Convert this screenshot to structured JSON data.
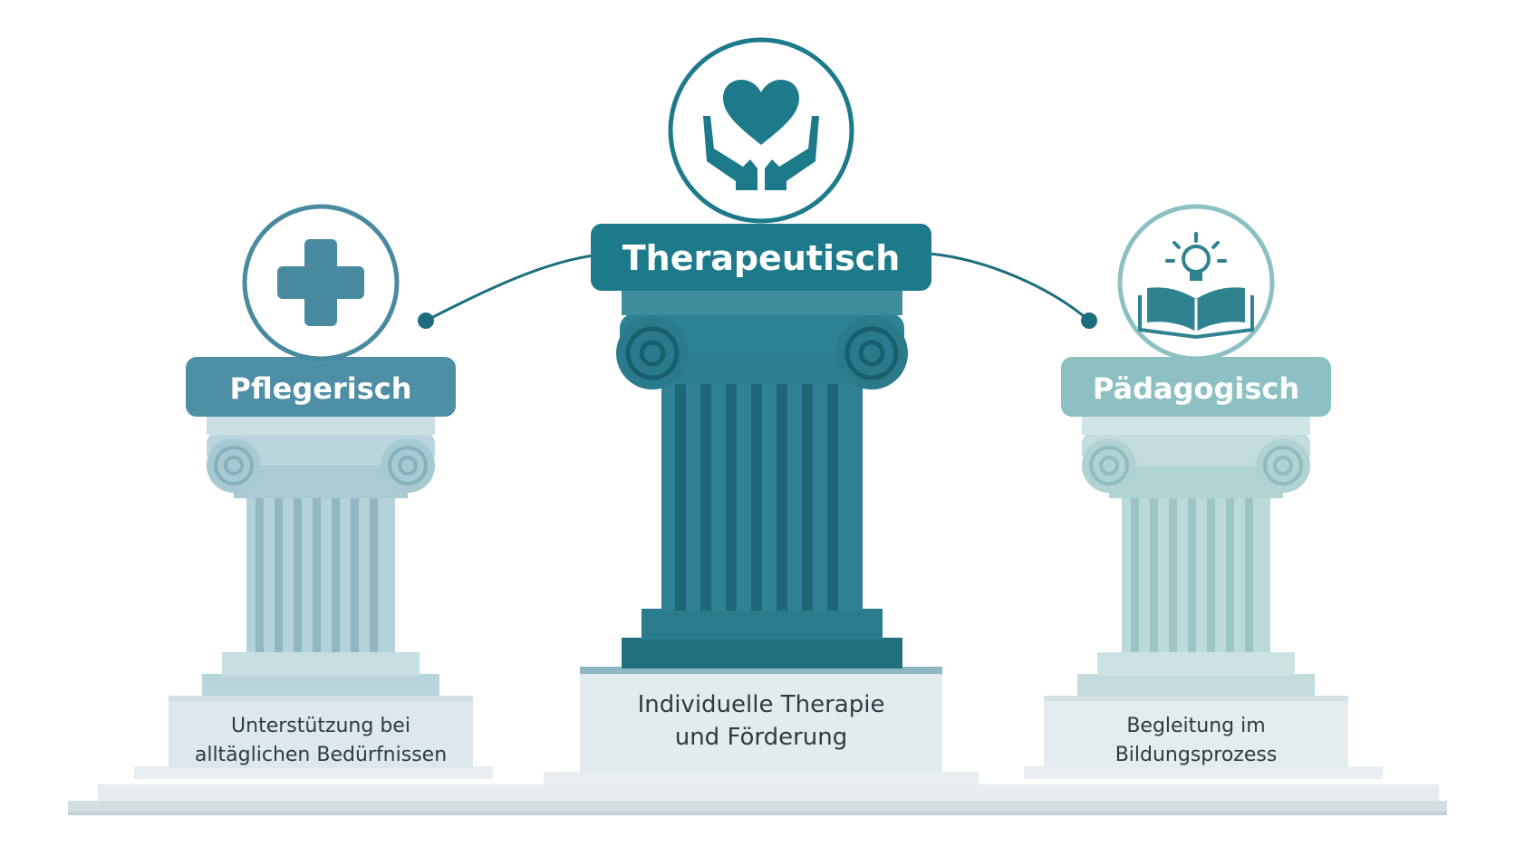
{
  "pillars": [
    {
      "id": "left",
      "title": "Pflegerisch",
      "icon": "plus-cross-icon",
      "description_lines": [
        "Unterstützung bei",
        "alltäglichen Bedürfnissen"
      ],
      "colors": {
        "label": "#4F8FA6",
        "icon": "#4A8AA0",
        "column": "#A9CCD5",
        "column_dark": "#88B3BF",
        "base": "#DCE8EC"
      }
    },
    {
      "id": "center",
      "title": "Therapeutisch",
      "icon": "hands-heart-icon",
      "description_lines": [
        "Individuelle Therapie",
        "und Förderung"
      ],
      "colors": {
        "label": "#1C7A8A",
        "icon": "#1C7A8A",
        "column": "#2D7F91",
        "column_dark": "#1F6777",
        "base": "#E2ECEF"
      }
    },
    {
      "id": "right",
      "title": "Pädagogisch",
      "icon": "book-lightbulb-icon",
      "description_lines": [
        "Begleitung im",
        "Bildungsprozess"
      ],
      "colors": {
        "label": "#8CC0C3",
        "icon": "#2F8390",
        "column": "#B6D8D8",
        "column_dark": "#94C0C1",
        "base": "#E3ECEE"
      }
    }
  ],
  "colors": {
    "connector": "#1C6E7E",
    "ground": "#DCE5E9",
    "ground_shadow": "#C8D4D9"
  }
}
